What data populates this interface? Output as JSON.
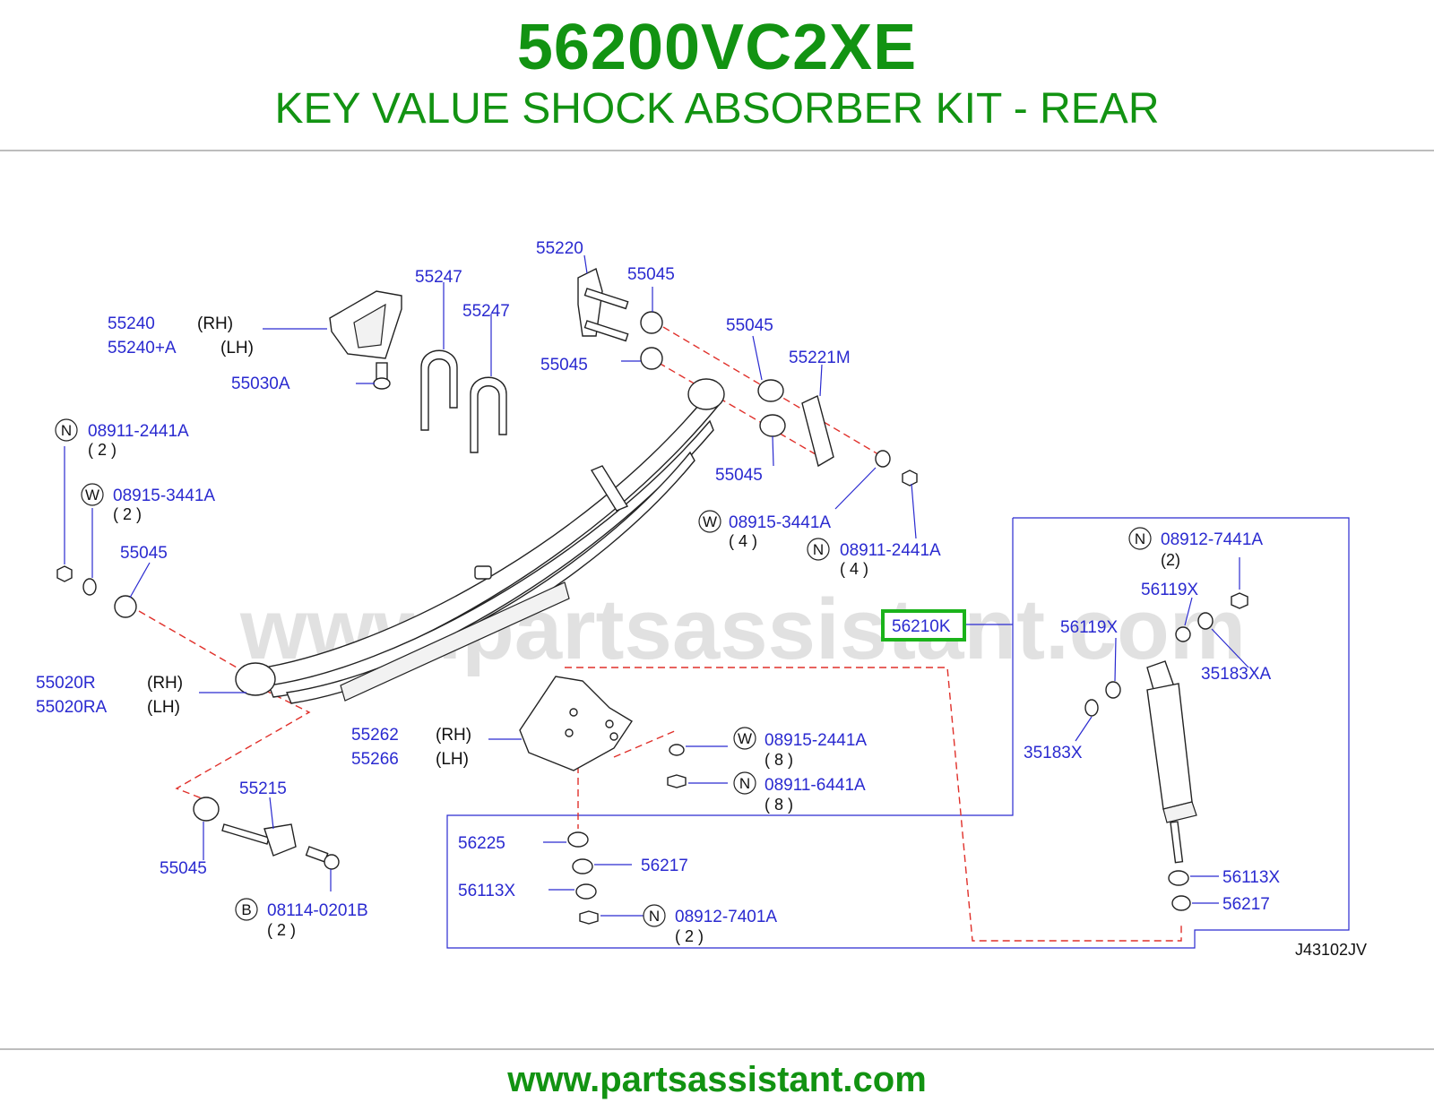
{
  "header": {
    "part_number": "56200VC2XE",
    "title": "KEY VALUE SHOCK ABSORBER KIT - REAR"
  },
  "footer": {
    "url": "www.partsassistant.com"
  },
  "diagram": {
    "watermark": "www.partsassistant.com",
    "code": "J43102JV",
    "highlight_label": "56210K",
    "highlight_color": "#1bb31b",
    "label_color": "#2a2ad0",
    "leader_color": "#2a2ad0",
    "dash_color": "#e0302a",
    "labels": {
      "p55220": "55220",
      "p55247a": "55247",
      "p55247b": "55247",
      "p55045a": "55045",
      "p55240": "55240",
      "p55240_side": "(RH)",
      "p55240a": "55240+A",
      "p55240a_side": "(LH)",
      "p55045b": "55045",
      "p55221m": "55221M",
      "p55045c": "55045",
      "p55030a": "55030A",
      "p08911_2441a_l": "08911-2441A",
      "p08911_2441a_l_qty": "( 2 )",
      "p08915_3441a_l": "08915-3441A",
      "p08915_3441a_l_qty": "( 2 )",
      "p55045d": "55045",
      "p55045e": "55045",
      "p08915_3441a_r": "08915-3441A",
      "p08915_3441a_r_qty": "( 4 )",
      "p08911_2441a_r": "08911-2441A",
      "p08911_2441a_r_qty": "( 4 )",
      "p08912_7441a": "08912-7441A",
      "p08912_7441a_qty": "(2)",
      "p56119x_a": "56119X",
      "p56119x_b": "56119X",
      "p35183xa": "35183XA",
      "p35183x": "35183X",
      "p55020r": "55020R",
      "p55020r_side": "(RH)",
      "p55020ra": "55020RA",
      "p55020ra_side": "(LH)",
      "p55262": "55262",
      "p55262_side": "(RH)",
      "p55266": "55266",
      "p55266_side": "(LH)",
      "p08915_2441a": "08915-2441A",
      "p08915_2441a_qty": "( 8 )",
      "p08911_6441a": "08911-6441A",
      "p08911_6441a_qty": "( 8 )",
      "p55215": "55215",
      "p55045f": "55045",
      "p08114_0201b": "08114-0201B",
      "p08114_0201b_qty": "( 2 )",
      "p56225": "56225",
      "p56217a": "56217",
      "p56113x_a": "56113X",
      "p08912_7401a": "08912-7401A",
      "p08912_7401a_qty": "( 2 )",
      "p56113x_b": "56113X",
      "p56217b": "56217"
    },
    "circle_letters": {
      "n1": "N",
      "w1": "W",
      "w2": "W",
      "n2": "N",
      "n3": "N",
      "w3": "W",
      "n4": "N",
      "b1": "B",
      "n5": "N"
    }
  }
}
